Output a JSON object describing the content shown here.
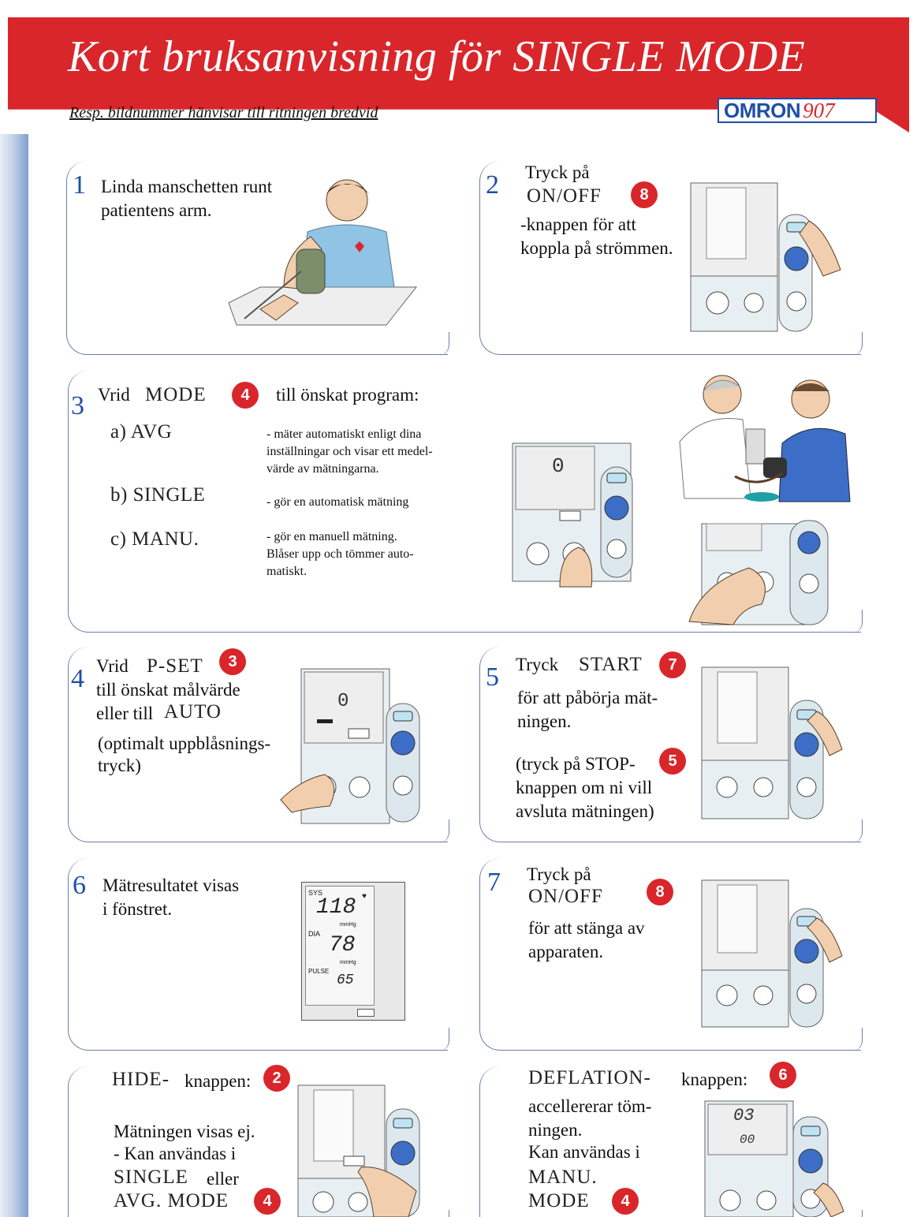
{
  "header": {
    "title": "Kort bruksanvisning för SINGLE MODE",
    "subtitle": "Resp. bildnummer hänvisar till ritningen bredvid",
    "brand": "OMRON",
    "model": "907"
  },
  "step1": {
    "number": "1",
    "line1": "Linda manschetten runt",
    "line2": "patientens arm."
  },
  "step2": {
    "number": "2",
    "line1": "Tryck på",
    "button": "ON/OFF",
    "badge": "8",
    "line2": "-knappen för att",
    "line3": "koppla på strömmen."
  },
  "step3": {
    "number": "3",
    "prefix": "Vrid",
    "control": "MODE",
    "badge": "4",
    "suffix": "till önskat program:",
    "display_value": "0",
    "options": [
      {
        "label": "a) AVG",
        "desc1": "- mäter automatiskt enligt dina",
        "desc2": "inställningar och visar ett medel-",
        "desc3": "värde av mätningarna."
      },
      {
        "label": "b) SINGLE",
        "desc1": "- gör en automatisk mätning",
        "desc2": "",
        "desc3": ""
      },
      {
        "label": "c) MANU.",
        "desc1": "- gör en manuell mätning.",
        "desc2": "Blåser upp och tömmer auto-",
        "desc3": "matiskt."
      }
    ]
  },
  "step4": {
    "number": "4",
    "prefix": "Vrid",
    "control": "P-SET",
    "badge": "3",
    "line1": "till önskat målvärde",
    "line2a": "eller till",
    "line2b": "AUTO",
    "line3": "(optimalt uppblåsnings-",
    "line4": "tryck)",
    "display_value": "0"
  },
  "step5": {
    "number": "5",
    "prefix": "Tryck",
    "control": "START",
    "badge": "7",
    "line1": "för att påbörja mät-",
    "line2": "ningen.",
    "line3": "(tryck på STOP-",
    "badge2": "5",
    "line4": "knappen om ni vill",
    "line5": "avsluta mätningen)"
  },
  "step6": {
    "number": "6",
    "line1": "Mätresultatet visas",
    "line2": "i fönstret.",
    "sys_label": "SYS",
    "dia_label": "DIA",
    "pulse_label": "PULSE",
    "sys": "118",
    "dia": "78",
    "pulse": "65",
    "unit": "mmHg"
  },
  "step7": {
    "number": "7",
    "line1": "Tryck på",
    "button": "ON/OFF",
    "badge": "8",
    "line2": "för att stänga av",
    "line3": "apparaten."
  },
  "hide": {
    "title": "HIDE-",
    "title2": "knappen:",
    "badge": "2",
    "line1": "Mätningen visas ej.",
    "line2": "- Kan användas i",
    "line3a": "SINGLE",
    "line3b": "eller",
    "line4": "AVG. MODE",
    "badge2": "4"
  },
  "deflation": {
    "title": "DEFLATION-",
    "title2": "knappen:",
    "badge": "6",
    "line1": "accellererar töm-",
    "line2": "ningen.",
    "line3": "Kan användas i",
    "line4": "MANU.",
    "line5": "MODE",
    "badge2": "4",
    "display_top": "03",
    "display_bottom": "00"
  },
  "colors": {
    "header_red": "#d9262b",
    "badge_red": "#d9262b",
    "number_blue": "#1e4fa8",
    "device_blue": "#3d6ec7"
  }
}
